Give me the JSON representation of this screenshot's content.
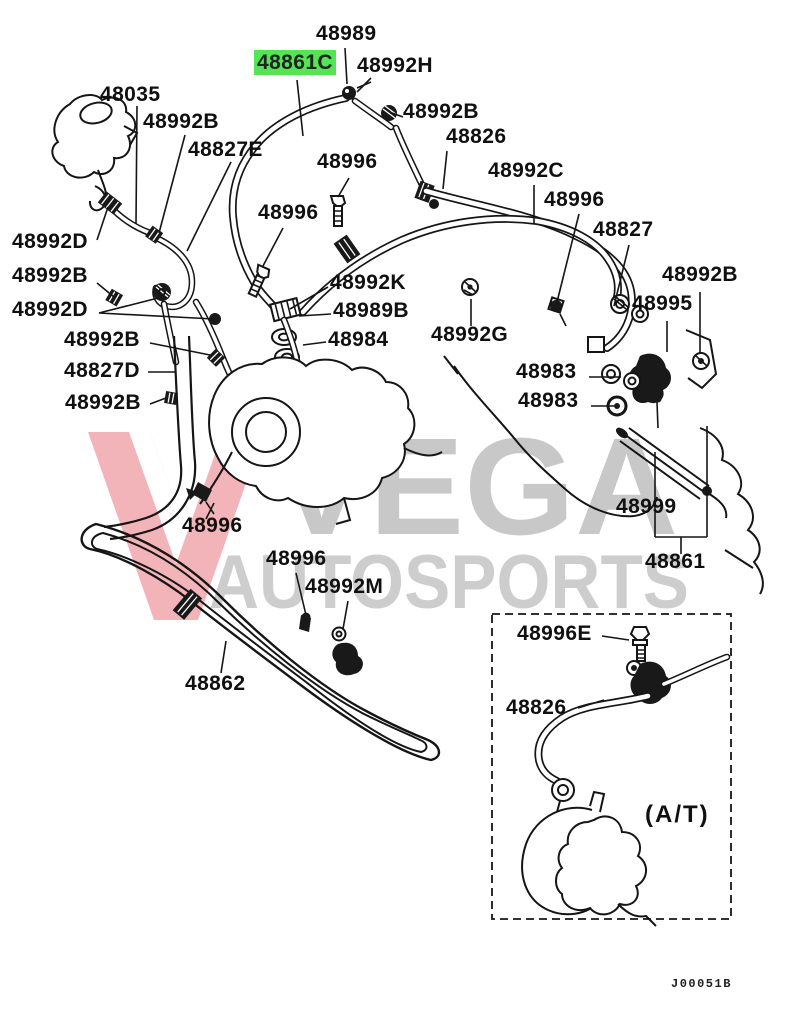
{
  "watermark": {
    "word_main": "VEGA",
    "word_sub": "AUTOSPORTS",
    "logo_letter": "V",
    "logo_color": "#f2b4b8",
    "text_color": "#c8c8c8"
  },
  "highlight": {
    "color": "#55e455",
    "highlighted_part": "48861C"
  },
  "footer_code": "J00051B",
  "inset_note": "(A/T)",
  "labels": [
    "48989",
    "48861C",
    "48992H",
    "48992B",
    "48035",
    "48992B",
    "48827E",
    "48996",
    "48826",
    "48992C",
    "48996",
    "48996",
    "48827",
    "48992D",
    "48992B",
    "48992D",
    "48992B",
    "48827D",
    "48992B",
    "48992K",
    "48989B",
    "48984",
    "48992G",
    "48992B",
    "48995",
    "48983",
    "48983",
    "48999",
    "48996",
    "48861",
    "48996",
    "48992M",
    "48862",
    "48996E",
    "48826",
    "(A/T)"
  ]
}
